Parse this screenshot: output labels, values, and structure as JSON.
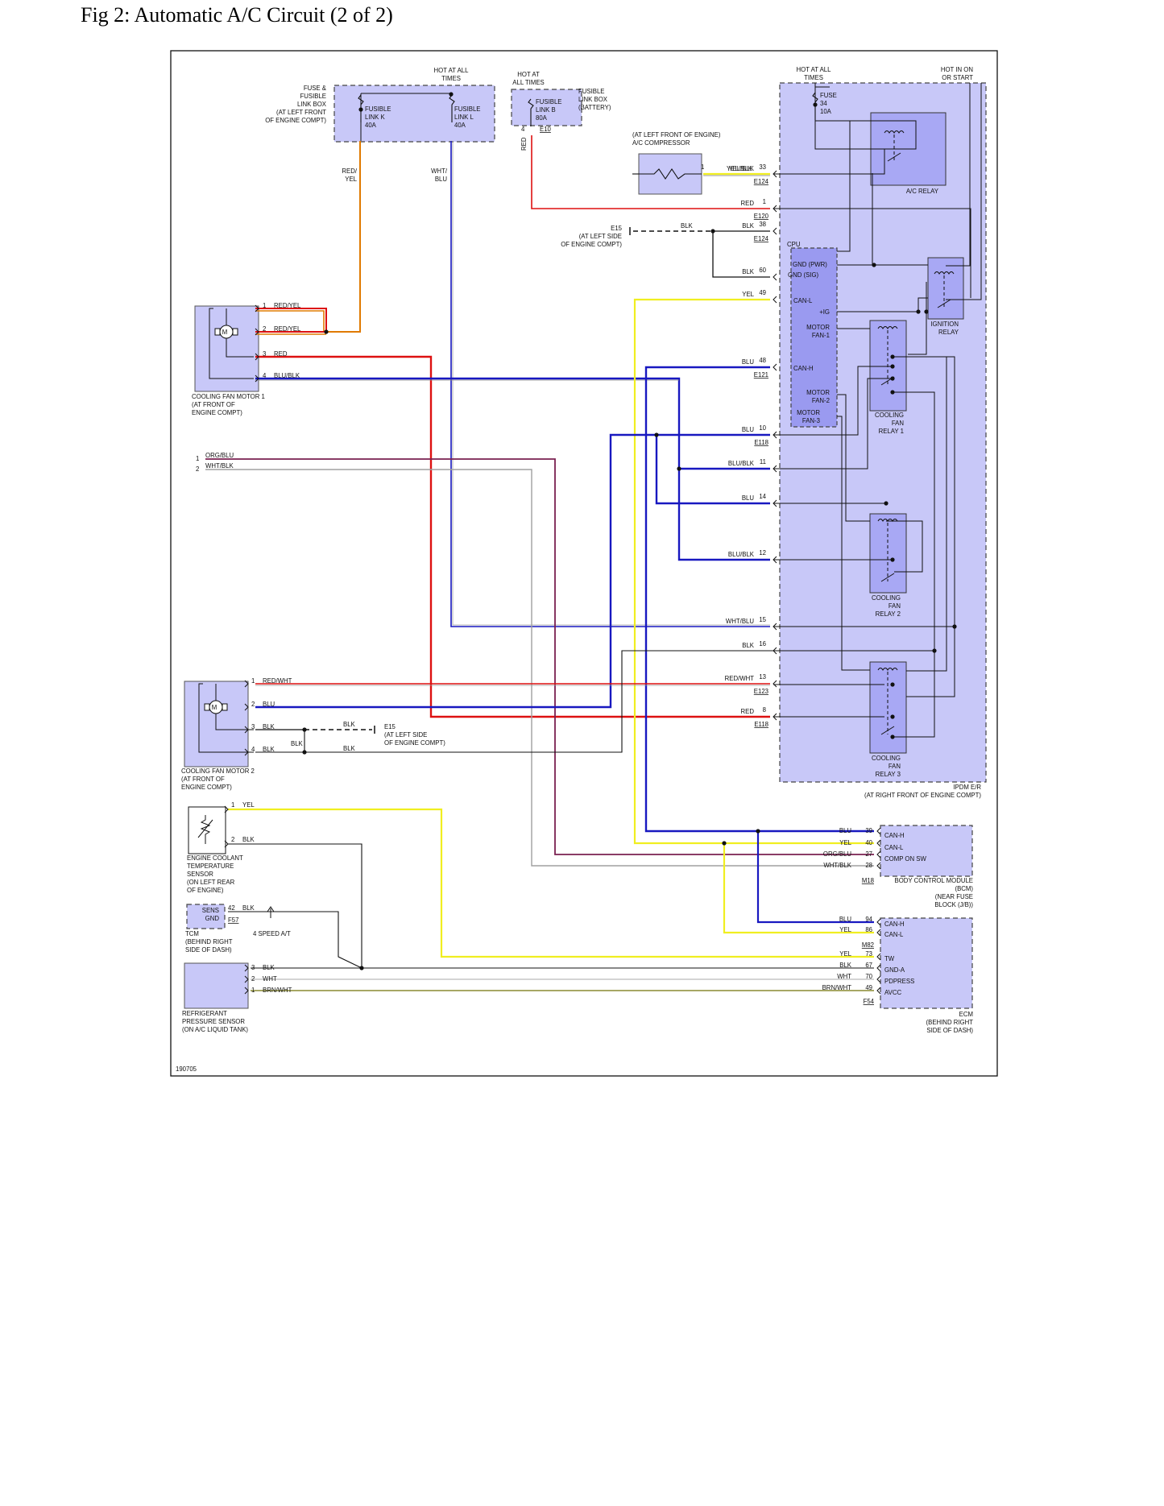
{
  "title": "Fig 2: Automatic A/C Circuit (2 of 2)",
  "figure_id": "190705",
  "colors": {
    "red": "#dd1111",
    "orange": "#e07a00",
    "blue": "#1818c0",
    "yellow": "#f0ee20",
    "purple": "#7a2050",
    "gray": "#a0a0a0",
    "black": "#111111",
    "lightblue": "#6a6ae0",
    "component": "#c8c8f8",
    "relay": "#a0a0f0"
  },
  "fuse_box_1": {
    "header": "HOT AT ALL\nTIMES",
    "label": "FUSE &\nFUSIBLE\nLINK BOX\n(AT LEFT FRONT\nOF ENGINE COMPT)",
    "link_k": "FUSIBLE\nLINK K\n40A",
    "link_l": "FUSIBLE\nLINK L\n40A",
    "wire_k": "RED/\nYEL",
    "wire_l": "WHT/\nBLU"
  },
  "fuse_box_2": {
    "header": "HOT AT\nALL TIMES",
    "label": "FUSIBLE\nLINK BOX\n(BATTERY)",
    "link_b": "FUSIBLE\nLINK B\n80A",
    "pin": "4",
    "conn": "E10",
    "wire": "RED"
  },
  "compressor": {
    "label": "(AT LEFT FRONT OF ENGINE)\nA/C COMPRESSOR",
    "pin": "1",
    "wire": "YEL/BLK"
  },
  "ground_e15_top": {
    "label": "E15\n(AT LEFT SIDE\nOF ENGINE COMPT)",
    "wire": "BLK"
  },
  "ipdm": {
    "hot_all": "HOT AT ALL\nTIMES",
    "hot_on": "HOT IN ON\nOR START",
    "fuse": "FUSE\n34\n10A",
    "ac_relay": "A/C RELAY",
    "cpu": "CPU",
    "gnd_pwr": "GND (PWR)",
    "gnd_sig": "GND (SIG)",
    "can_l": "CAN-L",
    "ig": "+IG",
    "motor_fan1": "MOTOR\nFAN-1",
    "can_h": "CAN-H",
    "motor_fan2": "MOTOR\nFAN-2",
    "motor_fan3": "MOTOR\nFAN-3",
    "ign_relay": "IGNITION\nRELAY",
    "cf_relay1": "COOLING\nFAN\nRELAY 1",
    "cf_relay2": "COOLING\nFAN\nRELAY 2",
    "cf_relay3": "COOLING\nFAN\nRELAY 3",
    "label": "IPDM E/R\n(AT RIGHT FRONT OF ENGINE COMPT)"
  },
  "ipdm_pins": [
    {
      "wire": "YEL/BLK",
      "pin": "33",
      "conn": "E124"
    },
    {
      "wire": "RED",
      "pin": "1",
      "conn": "E120"
    },
    {
      "wire": "BLK",
      "pin": "38",
      "conn": "E124"
    },
    {
      "wire": "BLK",
      "pin": "60",
      "conn": ""
    },
    {
      "wire": "YEL",
      "pin": "49",
      "conn": ""
    },
    {
      "wire": "BLU",
      "pin": "48",
      "conn": "E121"
    },
    {
      "wire": "BLU",
      "pin": "10",
      "conn": "E118"
    },
    {
      "wire": "BLU/BLK",
      "pin": "11",
      "conn": ""
    },
    {
      "wire": "BLU",
      "pin": "14",
      "conn": ""
    },
    {
      "wire": "BLU/BLK",
      "pin": "12",
      "conn": ""
    },
    {
      "wire": "WHT/BLU",
      "pin": "15",
      "conn": ""
    },
    {
      "wire": "BLK",
      "pin": "16",
      "conn": ""
    },
    {
      "wire": "RED/WHT",
      "pin": "13",
      "conn": "E123"
    },
    {
      "wire": "RED",
      "pin": "8",
      "conn": "E118"
    }
  ],
  "fan_motor_1": {
    "label": "COOLING FAN MOTOR 1\n(AT FRONT OF\nENGINE COMPT)",
    "motor": "M",
    "pins": [
      {
        "n": "1",
        "w": "RED/YEL"
      },
      {
        "n": "2",
        "w": "RED/YEL"
      },
      {
        "n": "3",
        "w": "RED"
      },
      {
        "n": "4",
        "w": "BLU/BLK"
      }
    ]
  },
  "orphan_wires": [
    {
      "n": "1",
      "w": "ORG/BLU"
    },
    {
      "n": "2",
      "w": "WHT/BLK"
    }
  ],
  "fan_motor_2": {
    "label": "COOLING FAN MOTOR 2\n(AT FRONT OF\nENGINE COMPT)",
    "motor": "M",
    "pins": [
      {
        "n": "1",
        "w": "RED/WHT"
      },
      {
        "n": "2",
        "w": "BLU"
      },
      {
        "n": "3",
        "w": "BLK"
      },
      {
        "n": "4",
        "w": "BLK"
      }
    ],
    "jumper": "BLK",
    "blk3": "BLK",
    "blk4": "BLK",
    "ground": "E15\n(AT LEFT SIDE\nOF ENGINE COMPT)"
  },
  "coolant_sensor": {
    "label": "ENGINE COOLANT\nTEMPERATURE\nSENSOR\n(ON LEFT REAR\nOF ENGINE)",
    "pins": [
      {
        "n": "1",
        "w": "YEL"
      },
      {
        "n": "2",
        "w": "BLK"
      }
    ]
  },
  "tcm": {
    "box": "SENS\nGND",
    "pin": "42",
    "wire": "BLK",
    "conn": "F57",
    "label": "TCM\n(BEHIND RIGHT\nSIDE OF DASH)",
    "note": "4 SPEED A/T"
  },
  "refrig_sensor": {
    "label": "REFRIGERANT\nPRESSURE SENSOR\n(ON A/C LIQUID TANK)",
    "pins": [
      {
        "n": "3",
        "w": "BLK"
      },
      {
        "n": "2",
        "w": "WHT"
      },
      {
        "n": "1",
        "w": "BRN/WHT"
      }
    ]
  },
  "bcm": {
    "pins": [
      {
        "w": "BLU",
        "n": "39",
        "t": "CAN-H"
      },
      {
        "w": "YEL",
        "n": "40",
        "t": "CAN-L"
      },
      {
        "w": "ORG/BLU",
        "n": "27",
        "t": "COMP ON SW"
      },
      {
        "w": "WHT/BLK",
        "n": "28",
        "t": ""
      }
    ],
    "conn": "M18",
    "label": "BODY CONTROL MODULE\n(BCM)\n(NEAR FUSE\nBLOCK (J/B))"
  },
  "ecm": {
    "pins": [
      {
        "w": "BLU",
        "n": "94",
        "t": "CAN-H"
      },
      {
        "w": "YEL",
        "n": "86",
        "t": "CAN-L"
      },
      {
        "w": "YEL",
        "n": "73",
        "t": "TW"
      },
      {
        "w": "BLK",
        "n": "67",
        "t": "GND-A"
      },
      {
        "w": "WHT",
        "n": "70",
        "t": "PDPRESS"
      },
      {
        "w": "BRN/WHT",
        "n": "49",
        "t": "AVCC"
      }
    ],
    "conn_top": "M82",
    "conn_bot": "F54",
    "label": "ECM\n(BEHIND RIGHT\nSIDE OF DASH)"
  }
}
